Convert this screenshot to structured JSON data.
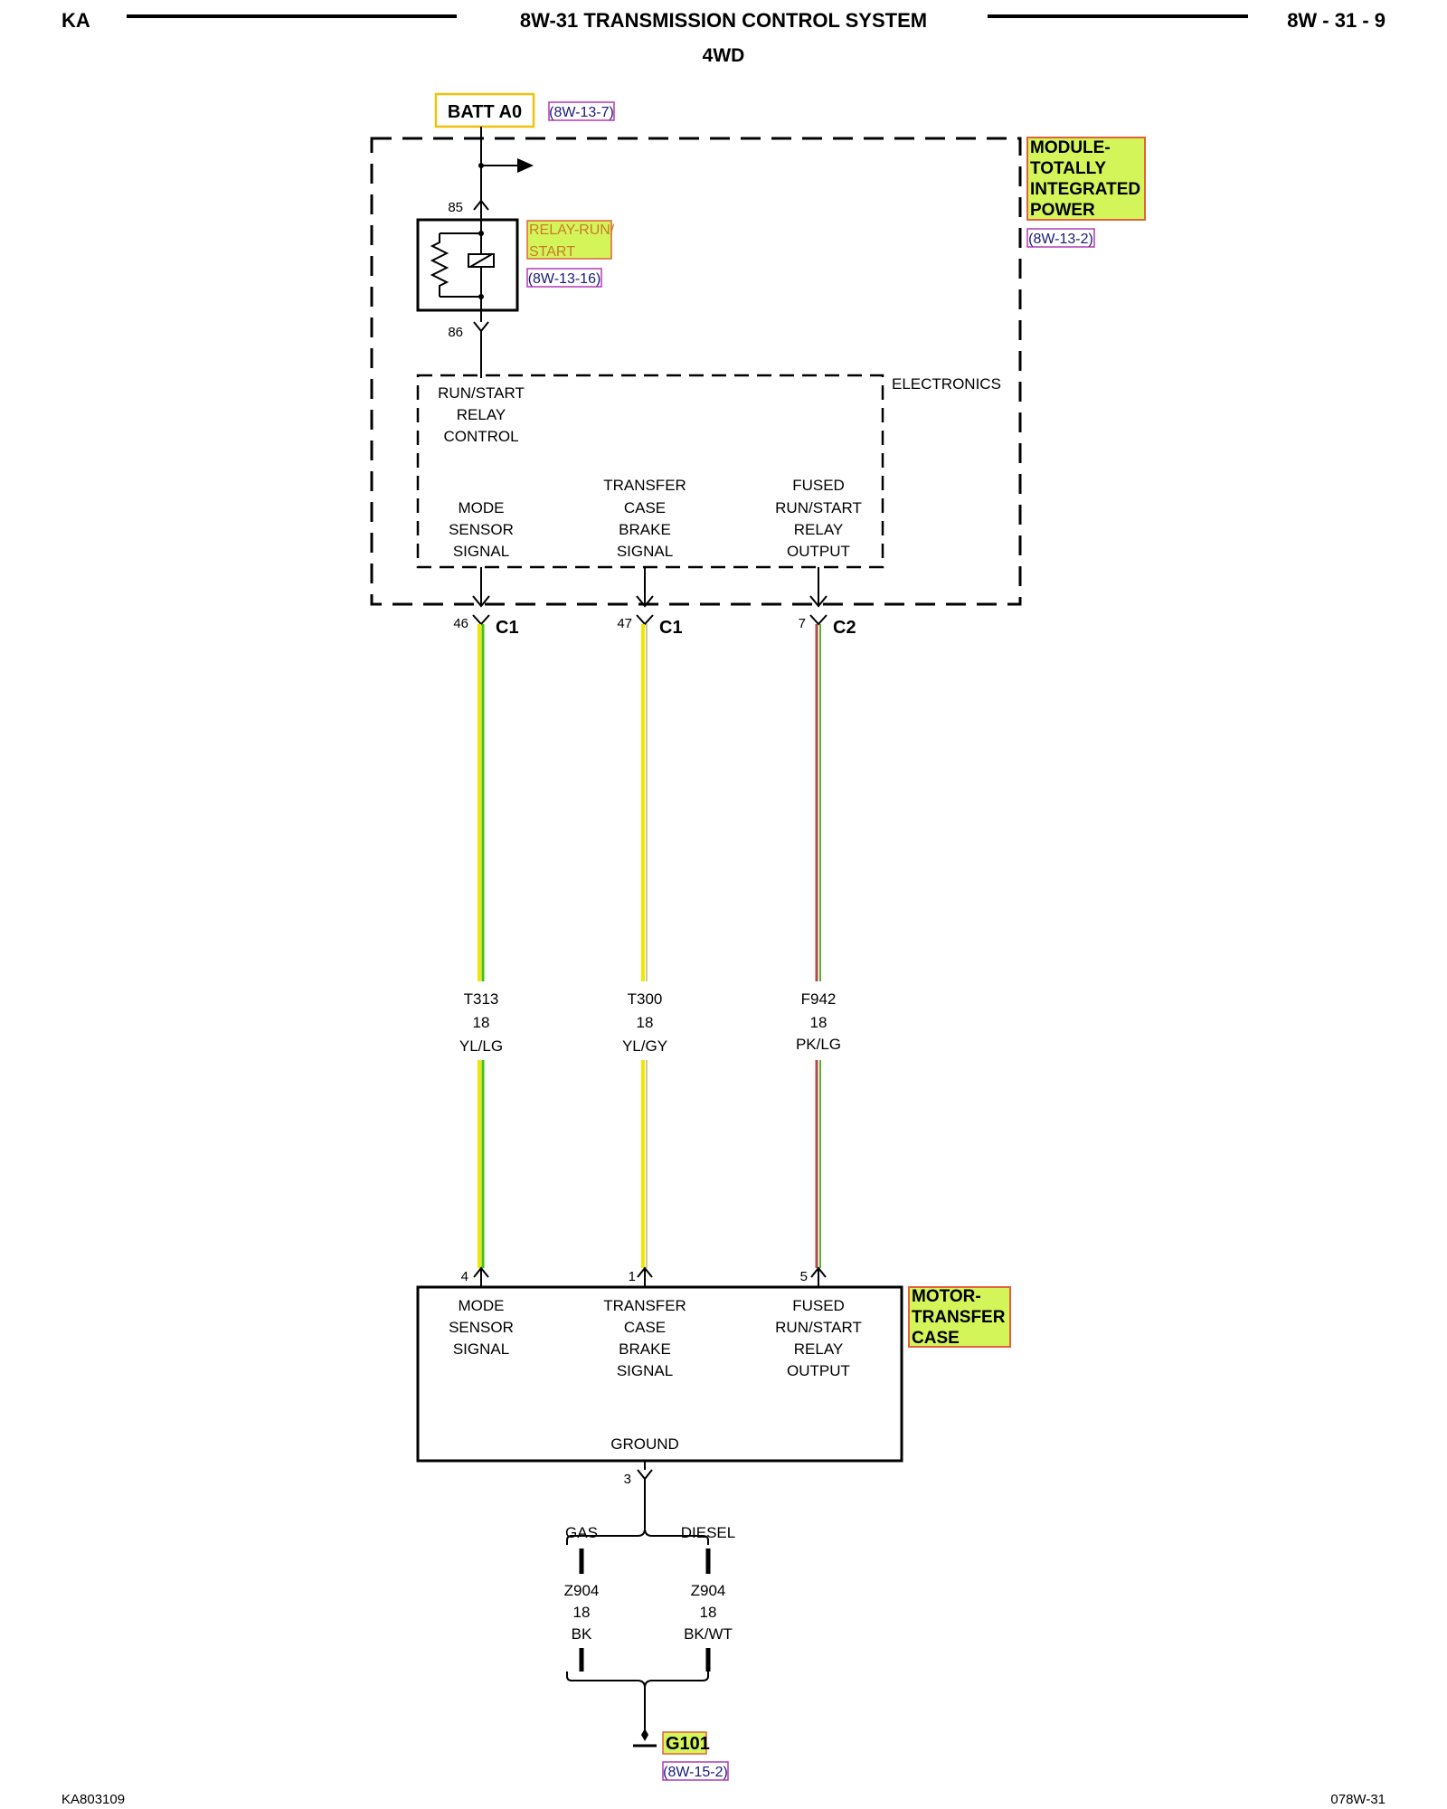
{
  "header": {
    "left": "KA",
    "title": "8W-31 TRANSMISSION CONTROL SYSTEM",
    "right": "8W - 31 - 9",
    "subtitle": "4WD"
  },
  "batt": {
    "label": "BATT A0",
    "ref": "(8W-13-7)"
  },
  "tipm": {
    "lines": [
      "MODULE-",
      "TOTALLY",
      "INTEGRATED",
      "POWER"
    ],
    "ref": "(8W-13-2)",
    "electronics_label": "ELECTRONICS",
    "run_start_lines": [
      "RUN/START",
      "RELAY",
      "CONTROL"
    ]
  },
  "relay": {
    "lines": [
      "RELAY-RUN/",
      "START"
    ],
    "ref": "(8W-13-16)",
    "pin_top": "85",
    "pin_bottom": "86"
  },
  "circuits": [
    {
      "tipm_lines": [
        "MODE",
        "SENSOR",
        "SIGNAL"
      ],
      "tipm_pin": "46",
      "tipm_conn": "C1",
      "wire": "T313",
      "gauge": "18",
      "color_code": "YL/LG",
      "motor_pin": "4",
      "motor_lines": [
        "MODE",
        "SENSOR",
        "SIGNAL"
      ],
      "wire_colors": [
        "#f2e600",
        "#3ec21e"
      ]
    },
    {
      "tipm_lines": [
        "TRANSFER",
        "CASE",
        "BRAKE",
        "SIGNAL"
      ],
      "tipm_pin": "47",
      "tipm_conn": "C1",
      "wire": "T300",
      "gauge": "18",
      "color_code": "YL/GY",
      "motor_pin": "1",
      "motor_lines": [
        "TRANSFER",
        "CASE",
        "BRAKE",
        "SIGNAL"
      ],
      "wire_colors": [
        "#f2e600",
        "#c8c8a0"
      ]
    },
    {
      "tipm_lines": [
        "FUSED",
        "RUN/START",
        "RELAY",
        "OUTPUT"
      ],
      "tipm_pin": "7",
      "tipm_conn": "C2",
      "wire": "F942",
      "gauge": "18",
      "color_code": "PK/LG",
      "motor_pin": "5",
      "motor_lines": [
        "FUSED",
        "RUN/START",
        "RELAY",
        "OUTPUT"
      ],
      "wire_colors": [
        "#b04a4a",
        "#5cae2a"
      ]
    }
  ],
  "motor": {
    "lines": [
      "MOTOR-",
      "TRANSFER",
      "CASE"
    ],
    "ground_label": "GROUND",
    "ground_pin": "3"
  },
  "ground_branch": {
    "gas": {
      "label": "GAS",
      "wire": "Z904",
      "gauge": "18",
      "color_code": "BK"
    },
    "diesel": {
      "label": "DIESEL",
      "wire": "Z904",
      "gauge": "18",
      "color_code": "BK/WT"
    }
  },
  "ground_point": {
    "label": "G101",
    "ref": "(8W-15-2)"
  },
  "footer": {
    "left": "KA803109",
    "right": "078W-31"
  },
  "colors": {
    "highlight_fill": "#d4f55a",
    "highlight_border": "#e2623a",
    "batt_border": "#f0c20c",
    "ref_border": "#b23ab5"
  }
}
